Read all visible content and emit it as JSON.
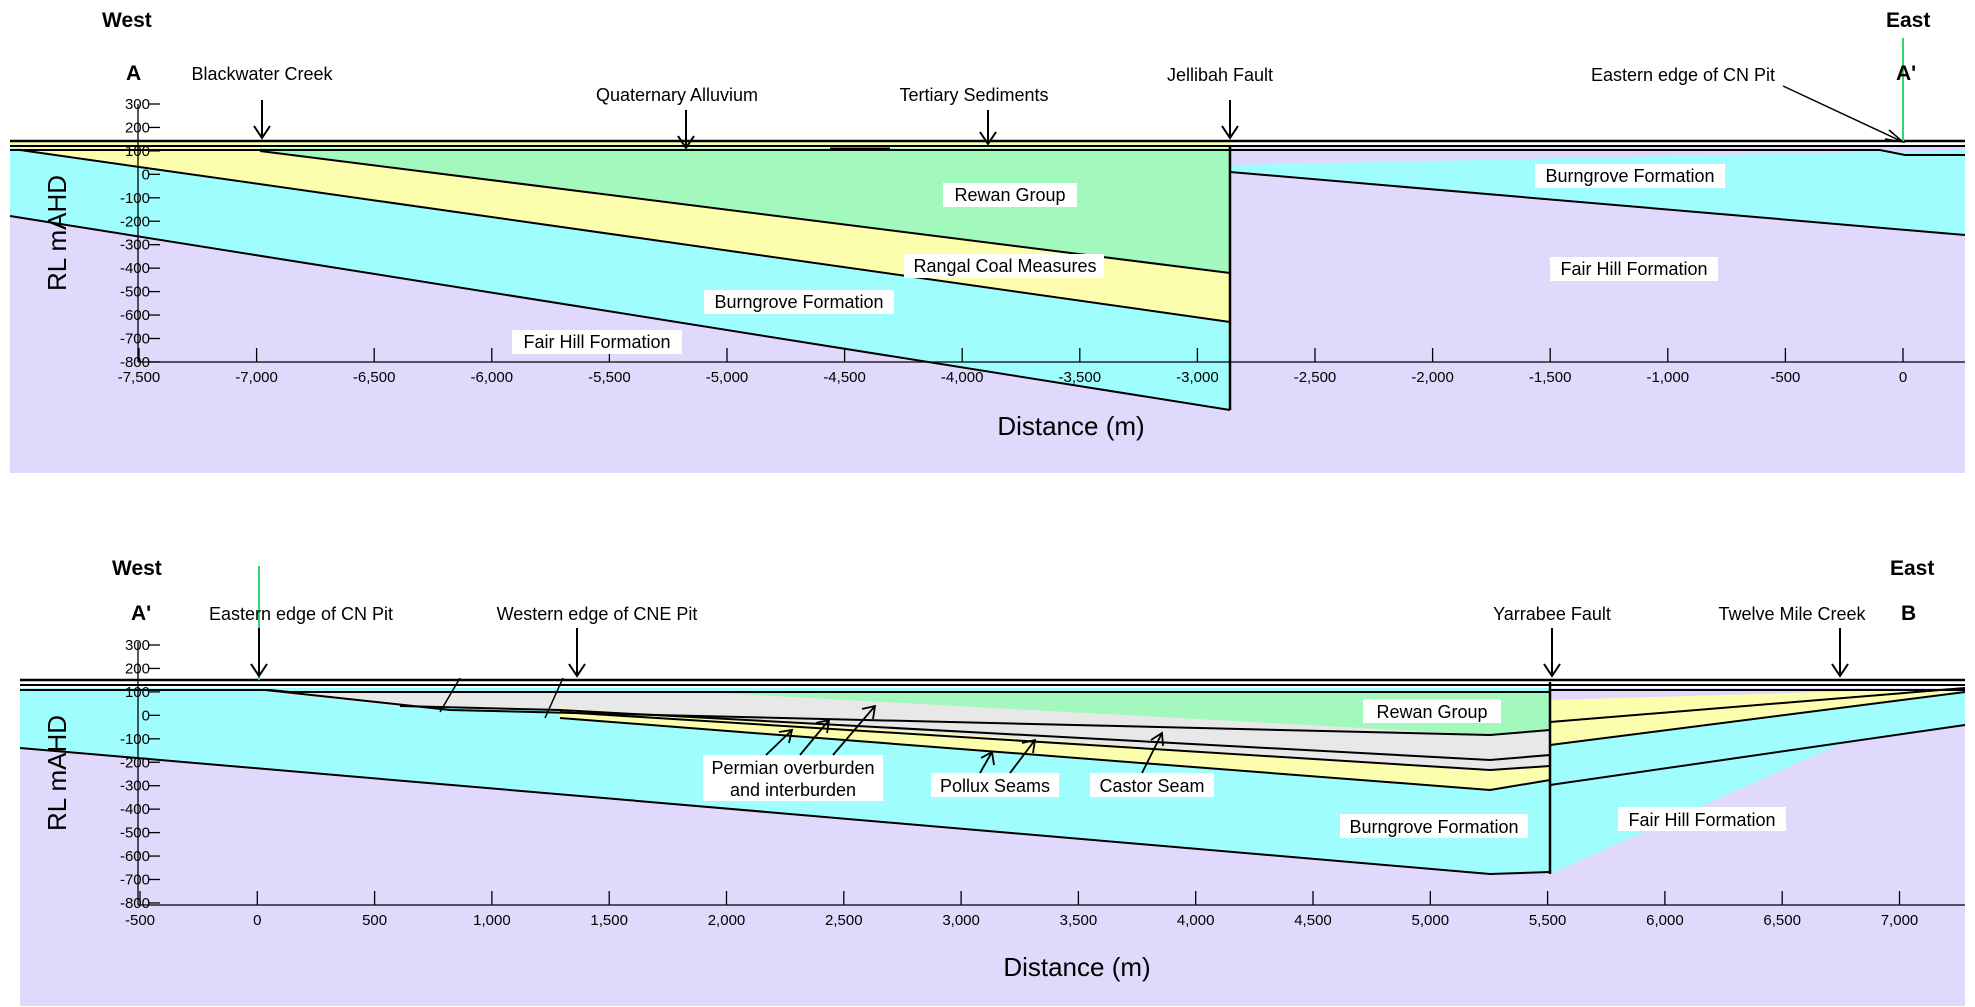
{
  "panels": [
    {
      "id": "top",
      "west_label": "West",
      "east_label": "East",
      "left_point": "A",
      "right_point": "A'",
      "xlabel": "Distance (m)",
      "ylabel": "RL mAHD",
      "x_ticks": [
        "-7,500",
        "-7,000",
        "-6,500",
        "-6,000",
        "-5,500",
        "-5,000",
        "-4,500",
        "-4,000",
        "-3,500",
        "-3,000",
        "-2,500",
        "-2,000",
        "-1,500",
        "-1,000",
        "-500",
        "0"
      ],
      "y_ticks": [
        "300",
        "200",
        "100",
        "0",
        "-100",
        "-200",
        "-300",
        "-400",
        "-500",
        "-600",
        "-700",
        "-800"
      ],
      "features": [
        "Blackwater Creek",
        "Quaternary Alluvium",
        "Tertiary Sediments",
        "Jellibah Fault",
        "Eastern edge of CN Pit"
      ],
      "units": [
        "Rewan Group",
        "Rangal Coal Measures",
        "Burngrove Formation",
        "Fair Hill Formation",
        "Burngrove Formation",
        "Fair Hill Formation"
      ]
    },
    {
      "id": "bottom",
      "west_label": "West",
      "east_label": "East",
      "left_point": "A'",
      "right_point": "B",
      "xlabel": "Distance (m)",
      "ylabel": "RL mAHD",
      "x_ticks": [
        "-500",
        "0",
        "500",
        "1,000",
        "1,500",
        "2,000",
        "2,500",
        "3,000",
        "3,500",
        "4,000",
        "4,500",
        "5,000",
        "5,500",
        "6,000",
        "6,500",
        "7,000"
      ],
      "y_ticks": [
        "300",
        "200",
        "100",
        "0",
        "-100",
        "-200",
        "-300",
        "-400",
        "-500",
        "-600",
        "-700",
        "-800"
      ],
      "features": [
        "Eastern edge of CN Pit",
        "Western edge of CNE Pit",
        "Yarrabee Fault",
        "Twelve Mile Creek"
      ],
      "units": [
        "Rewan Group",
        "Permian overburden",
        "and interburden",
        "Pollux Seams",
        "Castor Seam",
        "Burngrove Formation",
        "Fair Hill Formation"
      ]
    }
  ],
  "colors": {
    "fair_hill": "#e1d9fb",
    "burngrove": "#9ffdfd",
    "rangal": "#fdfdae",
    "rewan": "#a3f9bd",
    "overburden": "#e8e8e8",
    "pit_edge": "#2fd66f"
  }
}
